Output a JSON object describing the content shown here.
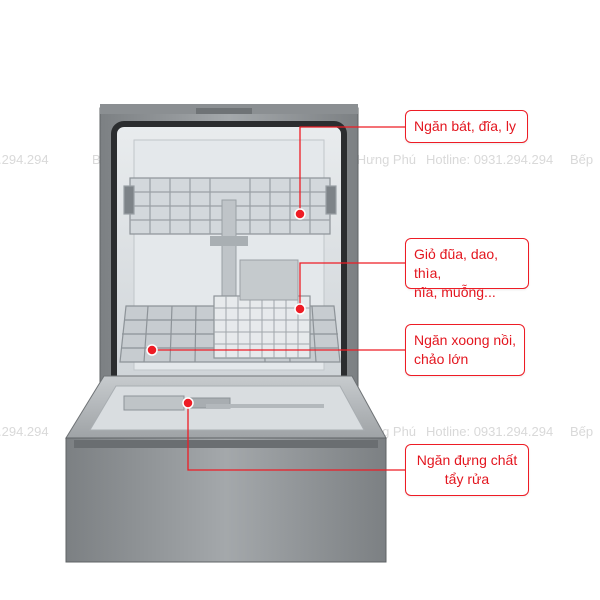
{
  "watermark": {
    "brand": "Bếp Hưng Phú",
    "hotline": "Hotline: 0931.294.294",
    "fragment_left": ".294.294",
    "fragment_mid": "Hotline: 0931.294.294",
    "fragment_right": "Bếp"
  },
  "callouts": {
    "dish_rack": {
      "line1": "Ngăn bát, đĩa, ly"
    },
    "cutlery_basket": {
      "line1": "Giỏ đũa, dao, thìa,",
      "line2": "nĩa, muỗng..."
    },
    "pot_rack": {
      "line1": "Ngăn xoong nồi,",
      "line2": "chảo lớn"
    },
    "detergent": {
      "line1": "Ngăn đựng chất",
      "line2": "tẩy rửa"
    }
  },
  "colors": {
    "accent": "#ee1c25",
    "body": "#8e9295",
    "interior": "#dfe3e6"
  }
}
